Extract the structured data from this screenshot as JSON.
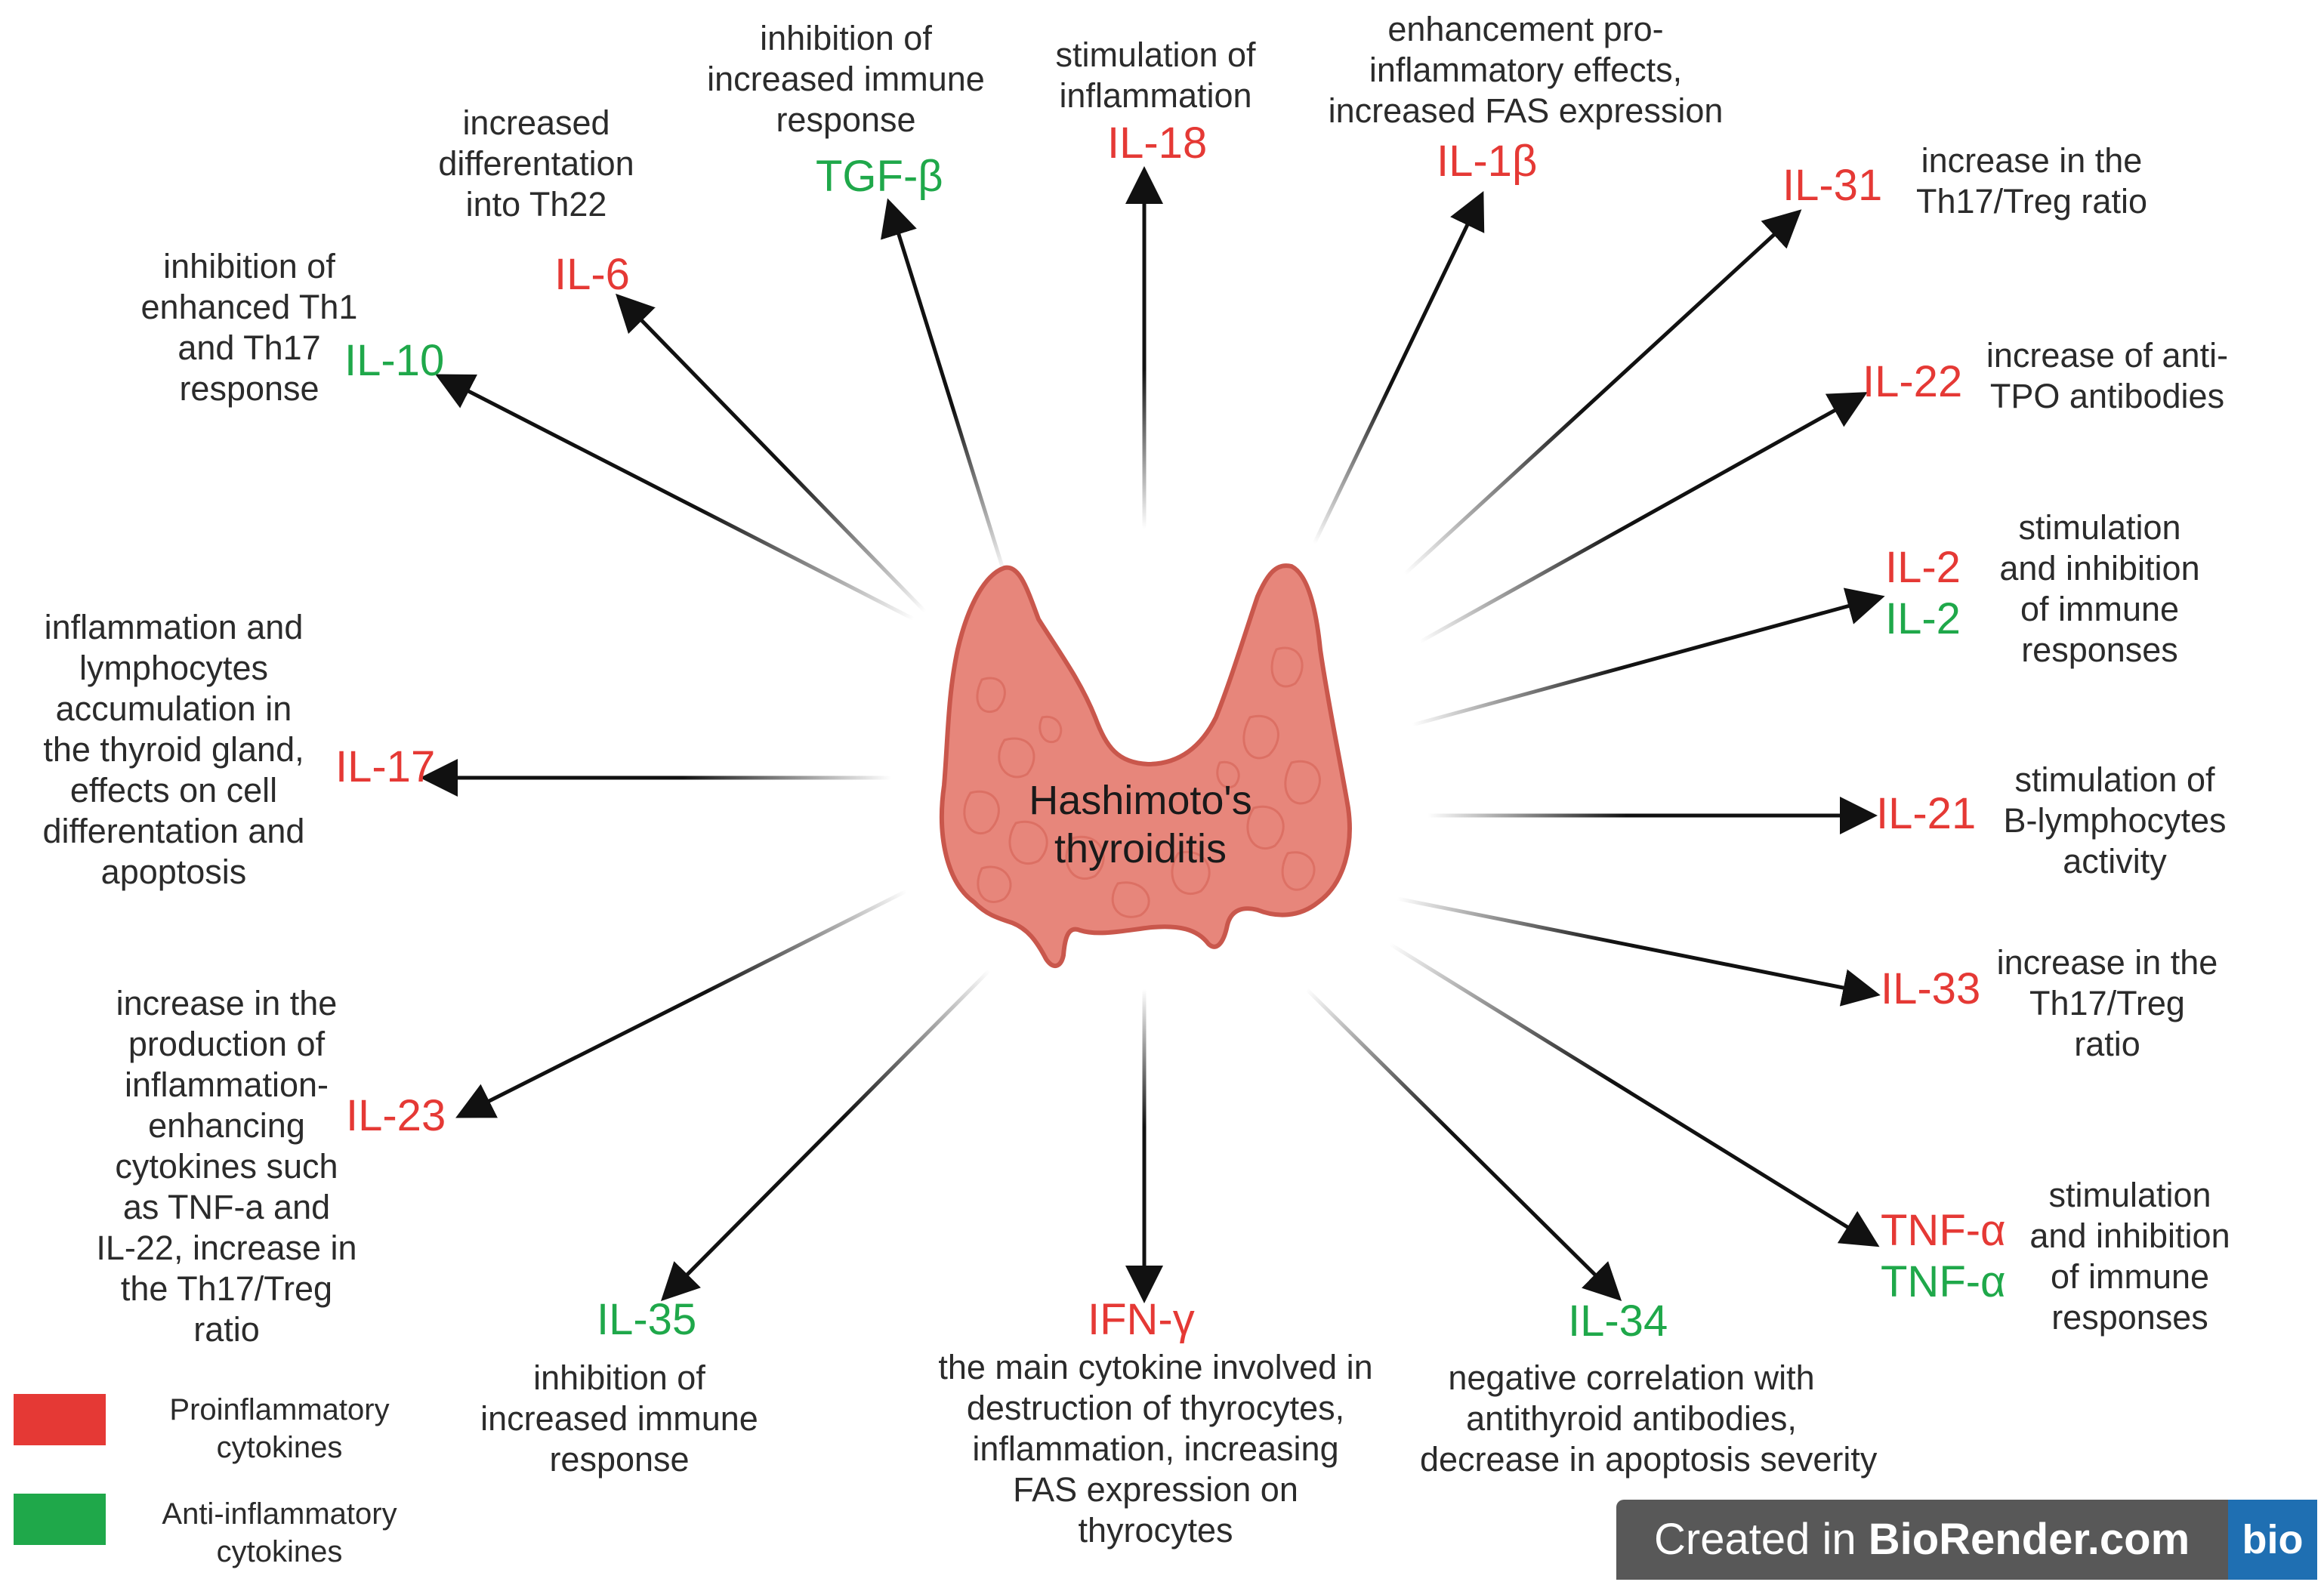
{
  "center": {
    "title_line1": "Hashimoto's",
    "title_line2": "thyroiditis"
  },
  "colors": {
    "pro": "#e53935",
    "anti": "#1fa84a",
    "arrow": "#111111",
    "gland_fill": "#e7867b",
    "gland_stroke": "#c9574c"
  },
  "cytokines": {
    "il10": {
      "name": "IL-10",
      "type": "anti",
      "desc": [
        "inhibition of",
        "enhanced Th1",
        "and Th17",
        "response"
      ]
    },
    "il6": {
      "name": "IL-6",
      "type": "pro",
      "desc": [
        "increased",
        "differentation",
        "into Th22"
      ]
    },
    "tgfb": {
      "name": "TGF-β",
      "type": "anti",
      "desc": [
        "inhibition of",
        "increased immune",
        "response"
      ]
    },
    "il18": {
      "name": "IL-18",
      "type": "pro",
      "desc": [
        "stimulation of",
        "inflammation"
      ]
    },
    "il1b": {
      "name": "IL-1β",
      "type": "pro",
      "desc": [
        "enhancement pro-",
        "inflammatory effects,",
        "increased FAS expression"
      ]
    },
    "il31": {
      "name": "IL-31",
      "type": "pro",
      "desc": [
        "increase in the",
        "Th17/Treg ratio"
      ]
    },
    "il22": {
      "name": "IL-22",
      "type": "pro",
      "desc": [
        "increase of anti-",
        "TPO antibodies"
      ]
    },
    "il2": {
      "name_pro": "IL-2",
      "name_anti": "IL-2",
      "type": "both",
      "desc": [
        "stimulation",
        "and inhibition",
        "of immune",
        "responses"
      ]
    },
    "il21": {
      "name": "IL-21",
      "type": "pro",
      "desc": [
        "stimulation of",
        "B-lymphocytes",
        "activity"
      ]
    },
    "il33": {
      "name": "IL-33",
      "type": "pro",
      "desc": [
        "increase in the",
        "Th17/Treg",
        "ratio"
      ]
    },
    "tnfa": {
      "name_pro": "TNF-α",
      "name_anti": "TNF-α",
      "type": "both",
      "desc": [
        "stimulation",
        "and inhibition",
        "of immune",
        "responses"
      ]
    },
    "il34": {
      "name": "IL-34",
      "type": "anti",
      "desc": [
        "negative correlation with",
        "antithyroid antibodies,",
        "decrease in apoptosis severity"
      ]
    },
    "ifng": {
      "name": "IFN-γ",
      "type": "pro",
      "desc": [
        "the main cytokine involved in",
        "destruction of thyrocytes,",
        "inflammation, increasing",
        "FAS expression on",
        "thyrocytes"
      ]
    },
    "il35": {
      "name": "IL-35",
      "type": "anti",
      "desc": [
        "inhibition of",
        "increased immune",
        "response"
      ]
    },
    "il23": {
      "name": "IL-23",
      "type": "pro",
      "desc": [
        "increase in the",
        "production of",
        "inflammation-",
        "enhancing",
        "cytokines such",
        "as TNF-a and",
        "IL-22, increase in",
        "the Th17/Treg",
        "ratio"
      ]
    },
    "il17": {
      "name": "IL-17",
      "type": "pro",
      "desc": [
        "inflammation and",
        "lymphocytes",
        "accumulation in",
        "the thyroid gland,",
        "effects on cell",
        "differentation and",
        "apoptosis"
      ]
    }
  },
  "legend": {
    "pro_label": [
      "Proinflammatory",
      "cytokines"
    ],
    "anti_label": [
      "Anti-inflammatory",
      "cytokines"
    ]
  },
  "badge": {
    "prefix": "Created in ",
    "brand": "BioRender.com",
    "logo": "bio"
  }
}
